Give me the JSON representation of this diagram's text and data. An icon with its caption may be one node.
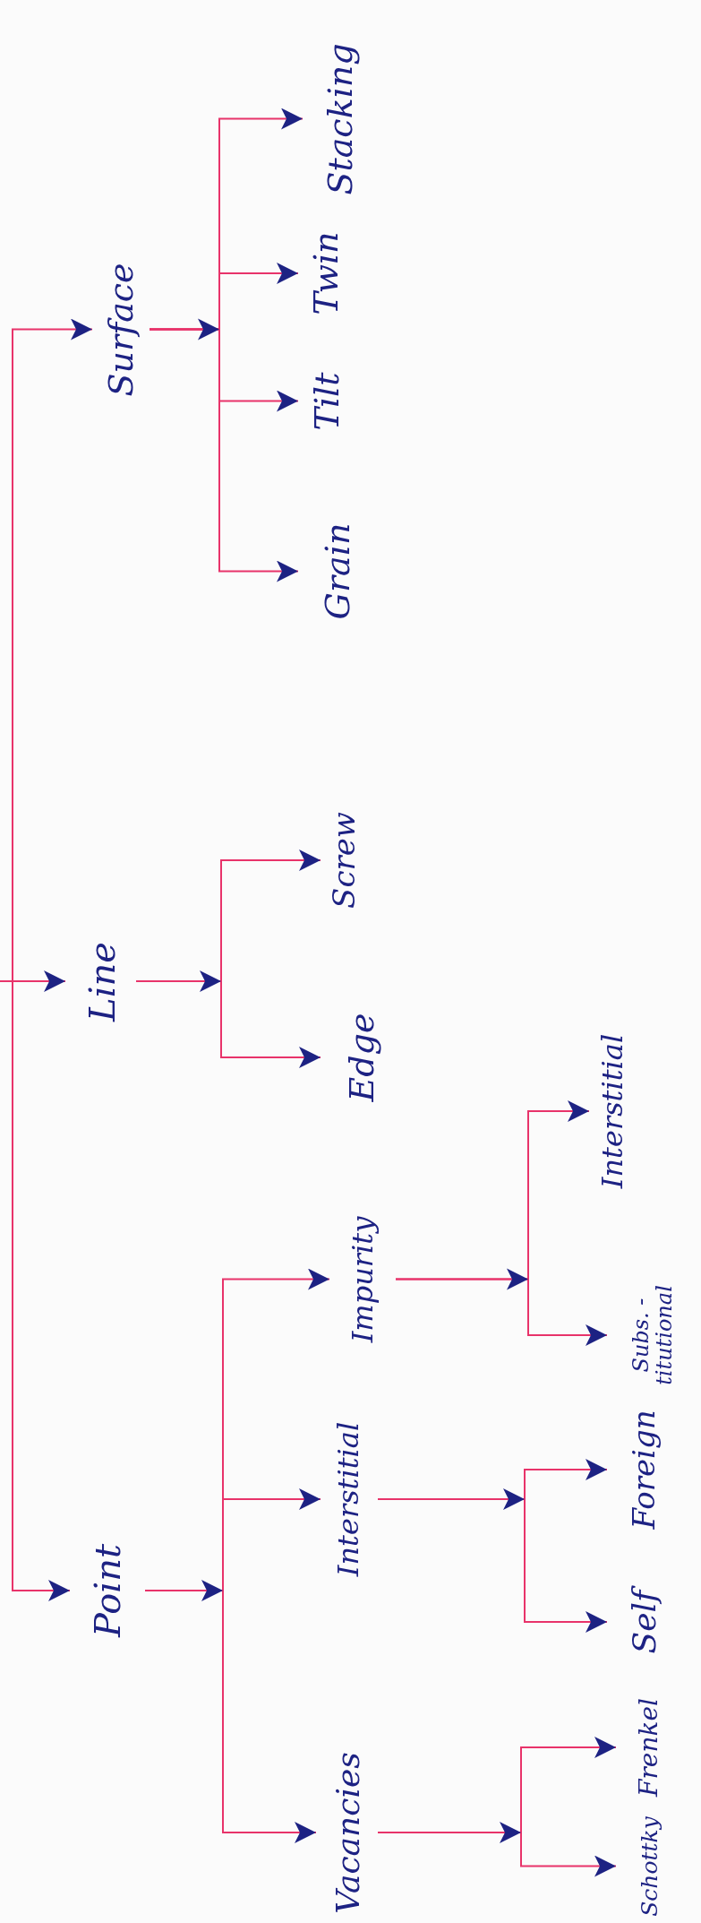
{
  "diagram": {
    "nodes": [
      {
        "text": [
          "Point"
        ]
      },
      {
        "text": [
          "Vacancies"
        ]
      },
      {
        "text": [
          "Schottky"
        ]
      },
      {
        "text": [
          "Frenkel"
        ]
      },
      {
        "text": [
          "Interstitial"
        ]
      },
      {
        "text": [
          "Self"
        ]
      },
      {
        "text": [
          "Foreign"
        ]
      },
      {
        "text": [
          "Impurity"
        ]
      },
      {
        "text": [
          "Subs. -titutional"
        ]
      },
      {
        "text": [
          "Interstitial"
        ]
      },
      {
        "text": [
          "Line"
        ]
      },
      {
        "text": [
          "Edge"
        ]
      },
      {
        "text": [
          "Screw"
        ]
      },
      {
        "text": [
          "Surface"
        ]
      },
      {
        "text": [
          "Grain"
        ]
      },
      {
        "text": [
          "Tilt"
        ]
      },
      {
        "text": [
          "Twin"
        ]
      },
      {
        "text": [
          "Stacking"
        ]
      }
    ],
    "edges": [
      {
        "from": null,
        "to": 13,
        "arrow": "to"
      },
      {
        "from": null,
        "to": 10,
        "arrow": "to"
      },
      {
        "from": null,
        "to": 0,
        "arrow": "to"
      },
      {
        "from": 0,
        "to": 1,
        "arrow": "to"
      },
      {
        "from": 0,
        "to": 4,
        "arrow": "to"
      },
      {
        "from": 0,
        "to": 7,
        "arrow": "to"
      },
      {
        "from": 1,
        "to": 2,
        "arrow": "to"
      },
      {
        "from": 1,
        "to": 3,
        "arrow": "to"
      },
      {
        "from": 4,
        "to": 5,
        "arrow": "to"
      },
      {
        "from": 4,
        "to": 6,
        "arrow": "to"
      },
      {
        "from": 7,
        "to": 8,
        "arrow": "to"
      },
      {
        "from": 7,
        "to": 9,
        "arrow": "to"
      },
      {
        "from": 10,
        "to": 11,
        "arrow": "to"
      },
      {
        "from": 10,
        "to": 12,
        "arrow": "to"
      },
      {
        "from": 13,
        "to": 14,
        "arrow": "to"
      },
      {
        "from": 13,
        "to": 15,
        "arrow": "to"
      },
      {
        "from": 13,
        "to": 16,
        "arrow": "to"
      },
      {
        "from": 13,
        "to": 17,
        "arrow": "to"
      }
    ]
  }
}
